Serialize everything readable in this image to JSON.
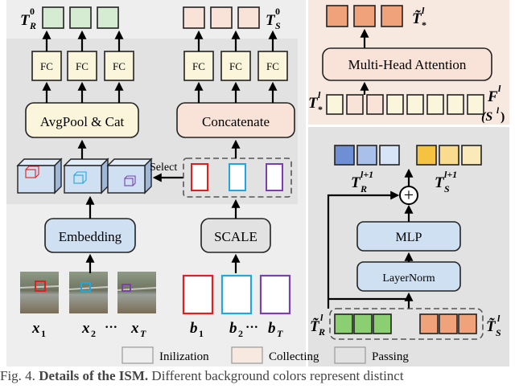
{
  "labels": {
    "t_r0": "T",
    "t_r0_sub": "R",
    "t_r0_sup": "0",
    "t_s0": "T",
    "t_s0_sub": "S",
    "t_s0_sup": "0",
    "t_star_l_top": "T̃",
    "t_star_l_top_sub": "*",
    "t_star_l_top_sup": "l",
    "fc": "FC",
    "avgpool": "AvgPool & Cat",
    "concatenate": "Concatenate",
    "select": "Select",
    "embedding": "Embedding",
    "scale": "SCALE",
    "mha": "Multi-Head Attention",
    "t_star_l_left": "T",
    "t_star_l_left_sub": "*",
    "t_star_l_left_sup": "l",
    "f_l": "F",
    "f_l_sup": "l",
    "s_l": "(S",
    "s_l_sup": "l",
    "s_l_close": ")",
    "t_r_next": "T",
    "t_r_next_sub": "R",
    "t_r_next_sup": "l+1",
    "t_s_next": "T",
    "t_s_next_sub": "S",
    "t_s_next_sup": "l+1",
    "plus": "+",
    "mlp": "MLP",
    "layernorm": "LayerNorm",
    "t_r_tilde": "T̃",
    "t_r_tilde_sub": "R",
    "t_r_tilde_sup": "l",
    "t_s_tilde": "T̃",
    "t_s_tilde_sub": "S",
    "t_s_tilde_sup": "l",
    "x1": "x",
    "x1_sub": "1",
    "x2": "x",
    "x2_sub": "2",
    "dots": "···",
    "xT": "x",
    "xT_sub": "T",
    "b1": "b",
    "b1_sub": "1",
    "b2": "b",
    "b2_sub": "2",
    "bT": "b",
    "bT_sub": "T"
  },
  "legend": {
    "init": "Inilization",
    "collect": "Collecting",
    "pass": "Passing"
  },
  "caption": {
    "prefix": "Fig. 4.",
    "bold": "Details of the ISM.",
    "rest": "Different background colors represent distinct"
  },
  "colors": {
    "init_bg": "#eeeeee",
    "collect_bg": "#f8e9e0",
    "pass_bg": "#e2e2e2",
    "green_token": "#d6ecd2",
    "green_token_dark": "#8ccf72",
    "peach_token": "#f9e3d8",
    "orange_token": "#f0a27a",
    "fc_fill": "#fbf5dc",
    "blue_box": "#cfe0f2",
    "blue_tok_1": "#6f8fd4",
    "blue_tok_2": "#a8c0ea",
    "blue_tok_3": "#d7e3f6",
    "yellow_tok": "#f5c242",
    "red_frame": "#e02020",
    "cyan_frame": "#22a6e0",
    "purple_frame": "#7b3fb0"
  }
}
